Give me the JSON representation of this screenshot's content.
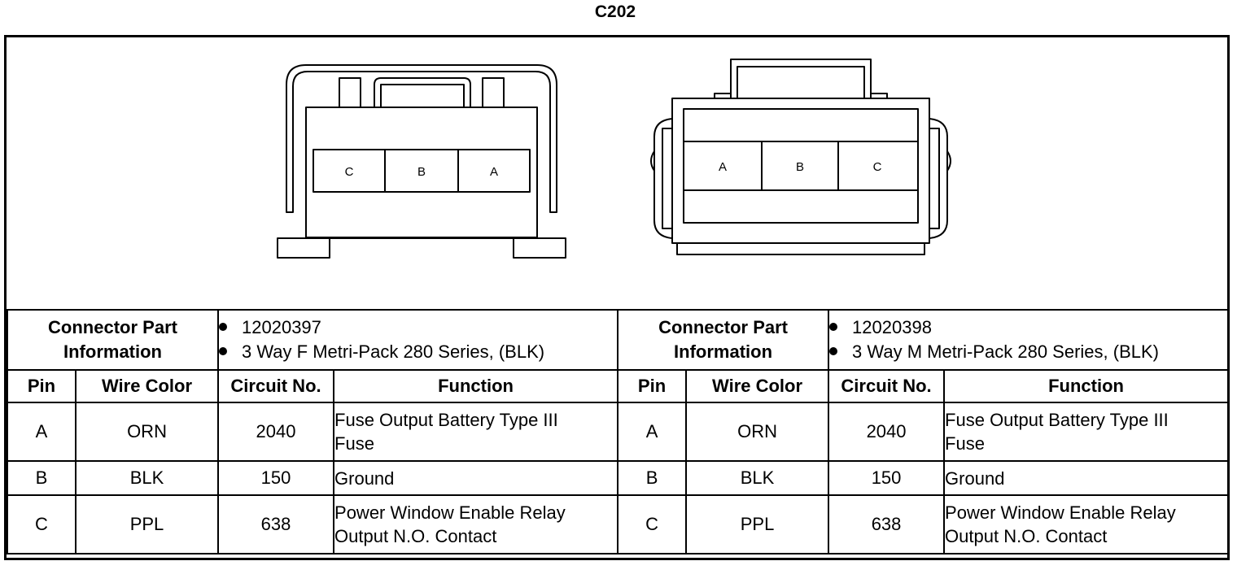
{
  "title": "C202",
  "left_connector": {
    "pins": [
      "C",
      "B",
      "A"
    ],
    "part_info_label": "Connector Part Information",
    "part_info_lines": [
      "12020397",
      "3 Way F Metri-Pack 280 Series, (BLK)"
    ]
  },
  "right_connector": {
    "pins": [
      "A",
      "B",
      "C"
    ],
    "part_info_label": "Connector Part Information",
    "part_info_lines": [
      "12020398",
      "3 Way M Metri-Pack 280 Series, (BLK)"
    ]
  },
  "columns": [
    "Pin",
    "Wire Color",
    "Circuit No.",
    "Function"
  ],
  "left_rows": [
    {
      "pin": "A",
      "wire": "ORN",
      "circuit": "2040",
      "function": [
        "Fuse Output Battery Type III",
        "Fuse"
      ]
    },
    {
      "pin": "B",
      "wire": "BLK",
      "circuit": "150",
      "function": [
        "Ground"
      ]
    },
    {
      "pin": "C",
      "wire": "PPL",
      "circuit": "638",
      "function": [
        "Power Window Enable Relay",
        "Output N.O. Contact"
      ]
    }
  ],
  "right_rows": [
    {
      "pin": "A",
      "wire": "ORN",
      "circuit": "2040",
      "function": [
        "Fuse Output Battery Type III",
        "Fuse"
      ]
    },
    {
      "pin": "B",
      "wire": "BLK",
      "circuit": "150",
      "function": [
        "Ground"
      ]
    },
    {
      "pin": "C",
      "wire": "PPL",
      "circuit": "638",
      "function": [
        "Power Window Enable Relay",
        "Output N.O. Contact"
      ]
    }
  ]
}
